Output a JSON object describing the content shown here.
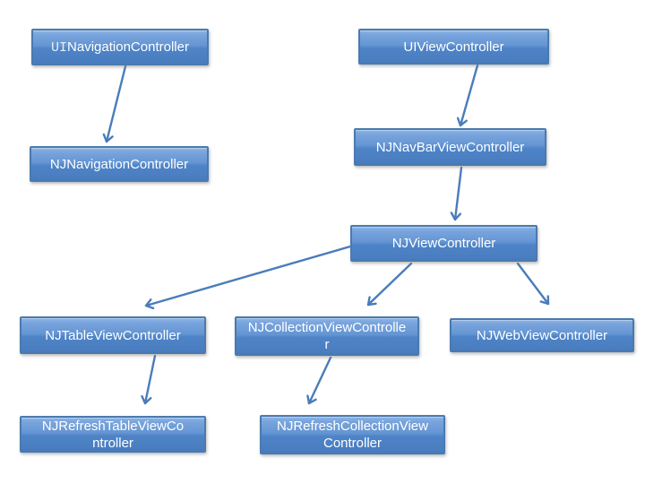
{
  "diagram": {
    "background_color": "#ffffff",
    "colors": {
      "box_fill_top": "#8fb5e7",
      "box_fill_bottom": "#487bbd",
      "box_border": "#4a7aae",
      "box_text": "#ffffff",
      "arrow": "#4a7cbb"
    },
    "nodes": {
      "uinav": {
        "prefix": "UI",
        "rest": "NavigationController"
      },
      "uivc": {
        "label": "UIViewController"
      },
      "njnav": {
        "label": "NJNavigationController"
      },
      "njnavbar": {
        "label": "NJNavBarViewController"
      },
      "njvc": {
        "label": "NJViewController"
      },
      "njtable": {
        "label": "NJTableViewController"
      },
      "njcollection": {
        "label": "NJCollectionViewController"
      },
      "njweb": {
        "label": "NJWebViewController"
      },
      "njrefreshtable": {
        "label": "NJRefreshTableViewController"
      },
      "njrefreshcollection": {
        "label": "NJRefreshCollectionViewController"
      }
    },
    "edges": [
      {
        "from": "UINavigationController",
        "to": "NJNavigationController"
      },
      {
        "from": "UIViewController",
        "to": "NJNavBarViewController"
      },
      {
        "from": "NJNavBarViewController",
        "to": "NJViewController"
      },
      {
        "from": "NJViewController",
        "to": "NJTableViewController"
      },
      {
        "from": "NJViewController",
        "to": "NJCollectionViewController"
      },
      {
        "from": "NJViewController",
        "to": "NJWebViewController"
      },
      {
        "from": "NJTableViewController",
        "to": "NJRefreshTableViewController"
      },
      {
        "from": "NJCollectionViewController",
        "to": "NJRefreshCollectionViewController"
      }
    ]
  }
}
